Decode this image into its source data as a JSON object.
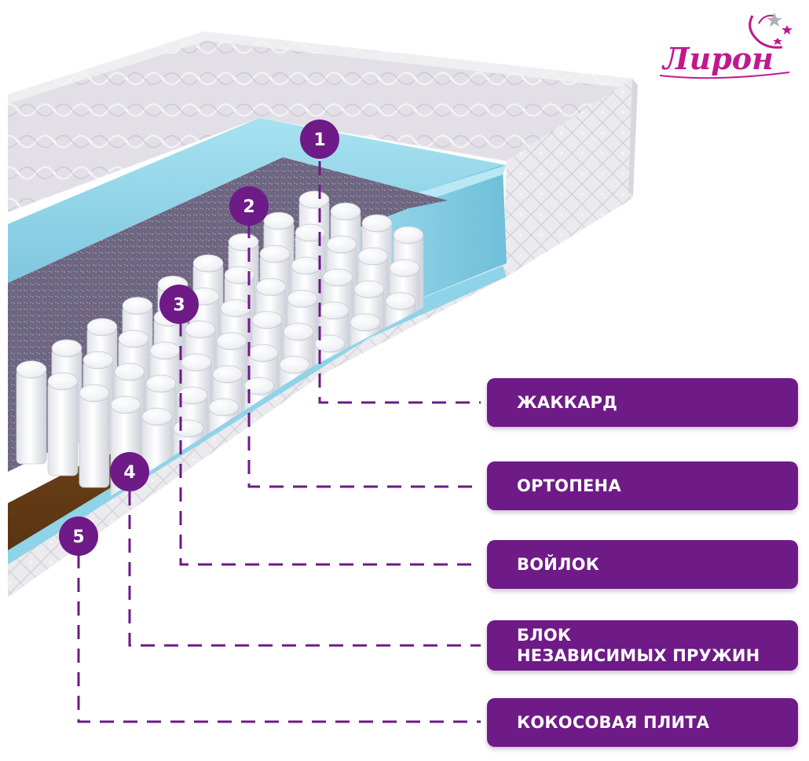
{
  "brand": {
    "logo_text": "Лирон",
    "colors": {
      "primary": "#6e1a87",
      "accent": "#c2188f"
    }
  },
  "layers": [
    {
      "number": "1",
      "label": "ЖАККАРД"
    },
    {
      "number": "2",
      "label": "ОРТОПЕНА"
    },
    {
      "number": "3",
      "label": "ВОЙЛОК"
    },
    {
      "number": "4",
      "label_line1": "БЛОК",
      "label_line2": "НЕЗАВИСИМЫХ ПРУЖИН"
    },
    {
      "number": "5",
      "label": "КОКОСОВАЯ ПЛИТА"
    }
  ],
  "colors": {
    "marker_fill": "#6e1a87",
    "connector": "#6e1a87",
    "foam": "#8fd3e8",
    "felt": "#6e6680",
    "coconut": "#6b4219",
    "jacquard": "#e4e2e7"
  }
}
